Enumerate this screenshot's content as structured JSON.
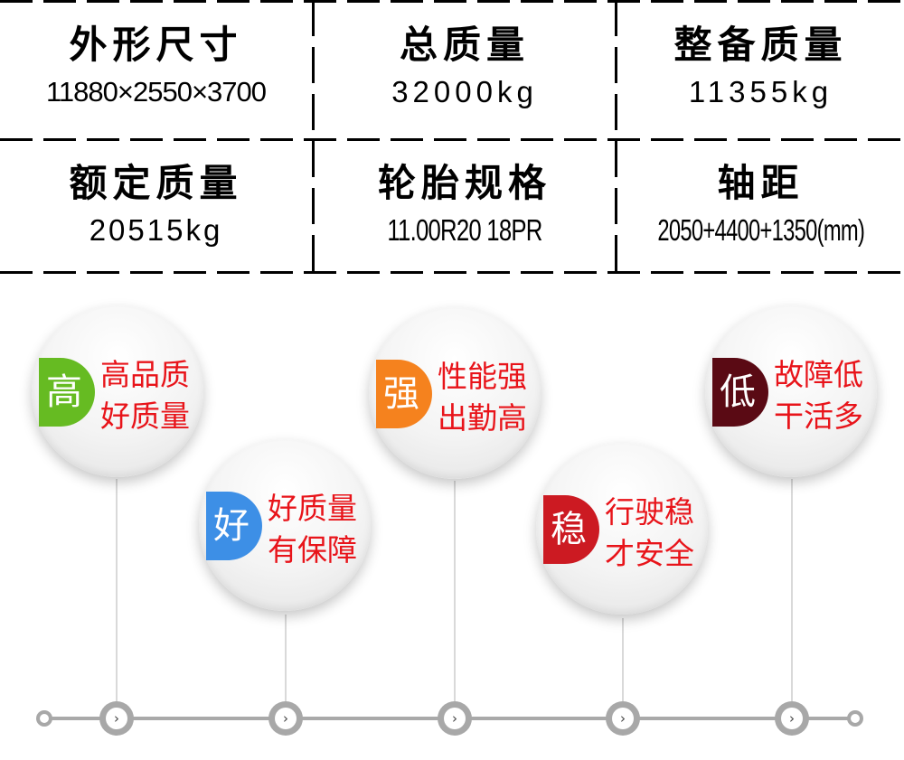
{
  "specs": [
    {
      "label": "外形尺寸",
      "value": "11880×2550×3700"
    },
    {
      "label": "总质量",
      "value": "32000kg"
    },
    {
      "label": "整备质量",
      "value": "11355kg"
    },
    {
      "label": "额定质量",
      "value": "20515kg"
    },
    {
      "label": "轮胎规格",
      "value": "11.00R20 18PR"
    },
    {
      "label": "轴距",
      "value": "2050+4400+1350(mm)"
    }
  ],
  "features": [
    {
      "badge": "高",
      "line1": "高品质",
      "line2": "好质量",
      "color": "#66bb22"
    },
    {
      "badge": "好",
      "line1": "好质量",
      "line2": "有保障",
      "color": "#3d8fe6"
    },
    {
      "badge": "强",
      "line1": "性能强",
      "line2": "出勤高",
      "color": "#f5821e"
    },
    {
      "badge": "稳",
      "line1": "行驶稳",
      "line2": "才安全",
      "color": "#cc1a22"
    },
    {
      "badge": "低",
      "line1": "故障低",
      "line2": "干活多",
      "color": "#5a0a14"
    }
  ],
  "timeline": {
    "node_icon": "›",
    "track_color": "#a9a9a9"
  },
  "colors": {
    "feature_text": "#e8141a",
    "spec_text": "#000000"
  }
}
